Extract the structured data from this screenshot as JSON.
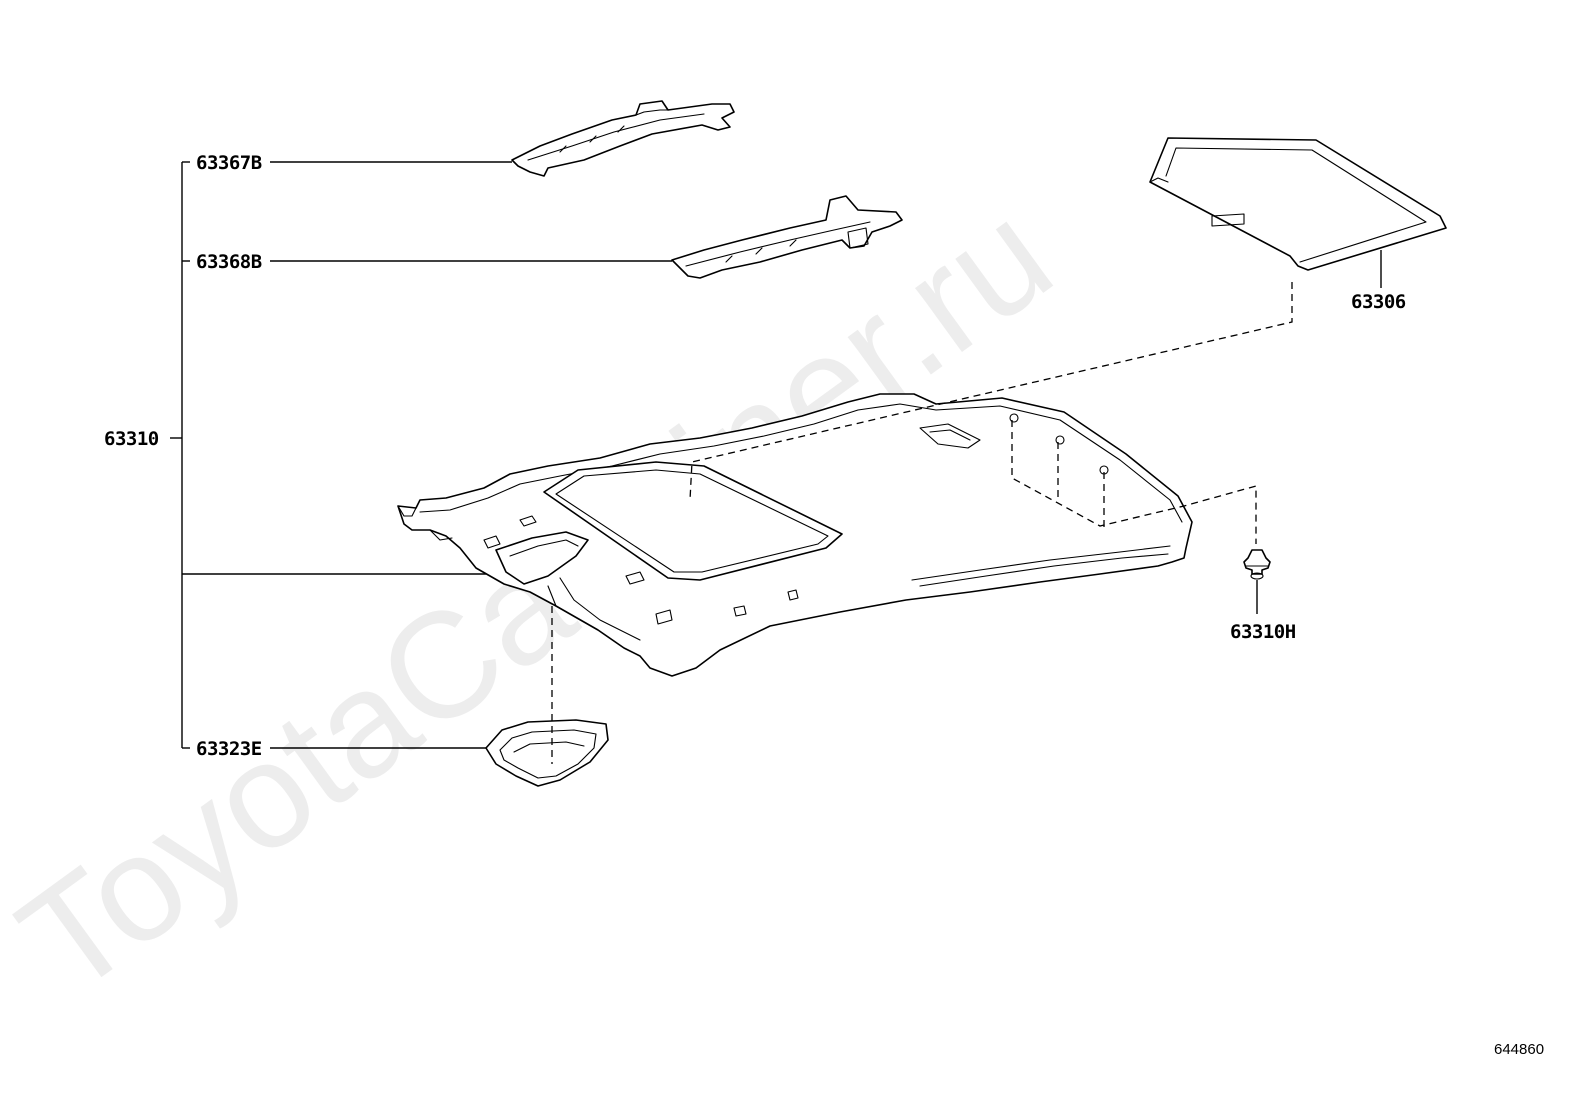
{
  "watermark": "ToyotaCarMiner.ru",
  "labels": {
    "p63367b": "63367B",
    "p63368b": "63368B",
    "p63310": "63310",
    "p63323e": "63323E",
    "p63306": "63306",
    "p63310h": "63310H"
  },
  "diagram_ref": "644860"
}
